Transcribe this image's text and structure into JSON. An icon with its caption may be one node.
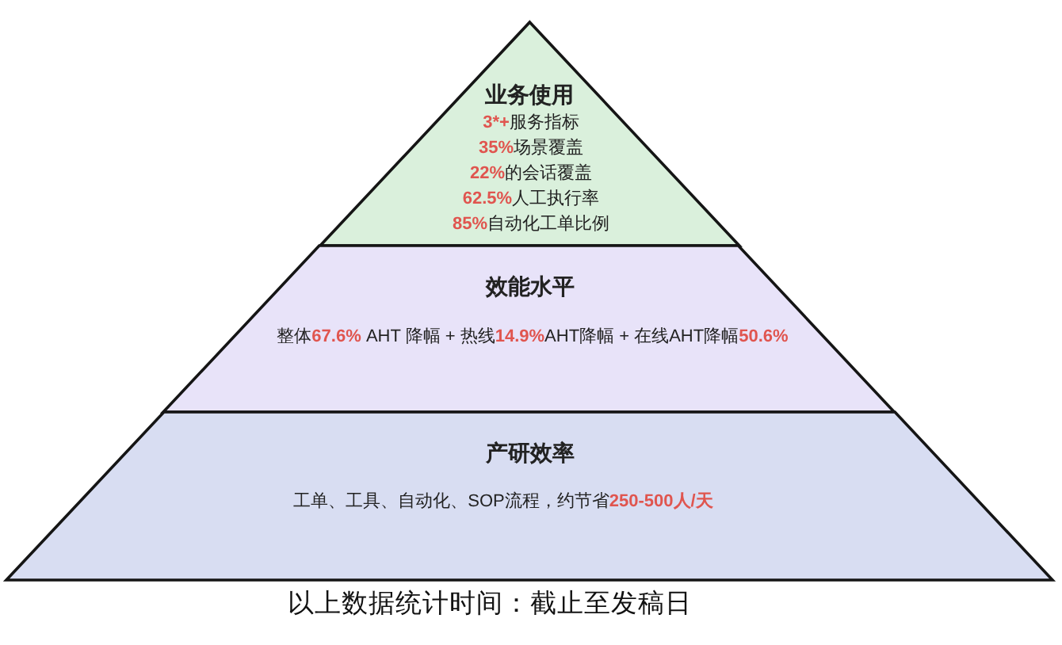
{
  "diagram": {
    "nodes": [
      {
        "text": [
          "业务使用",
          "**3*+**服务指标",
          "**35%**场景覆盖",
          "**22%**的会话覆盖",
          "**62.5%**人工执行率",
          "**85%**自动化工单比例"
        ]
      },
      {
        "text": [
          "效能水平",
          "整体**67.6%** AHT 降幅 + 热线**14.9%**AHT降幅 + 在线AHT降幅**50.6%**"
        ]
      },
      {
        "text": [
          "产研效率",
          "工单、工具、自动化、SOP流程，约节省**250-500人/天**"
        ]
      }
    ],
    "labels": [
      "以上数据统计时间：截止至发稿日"
    ]
  }
}
